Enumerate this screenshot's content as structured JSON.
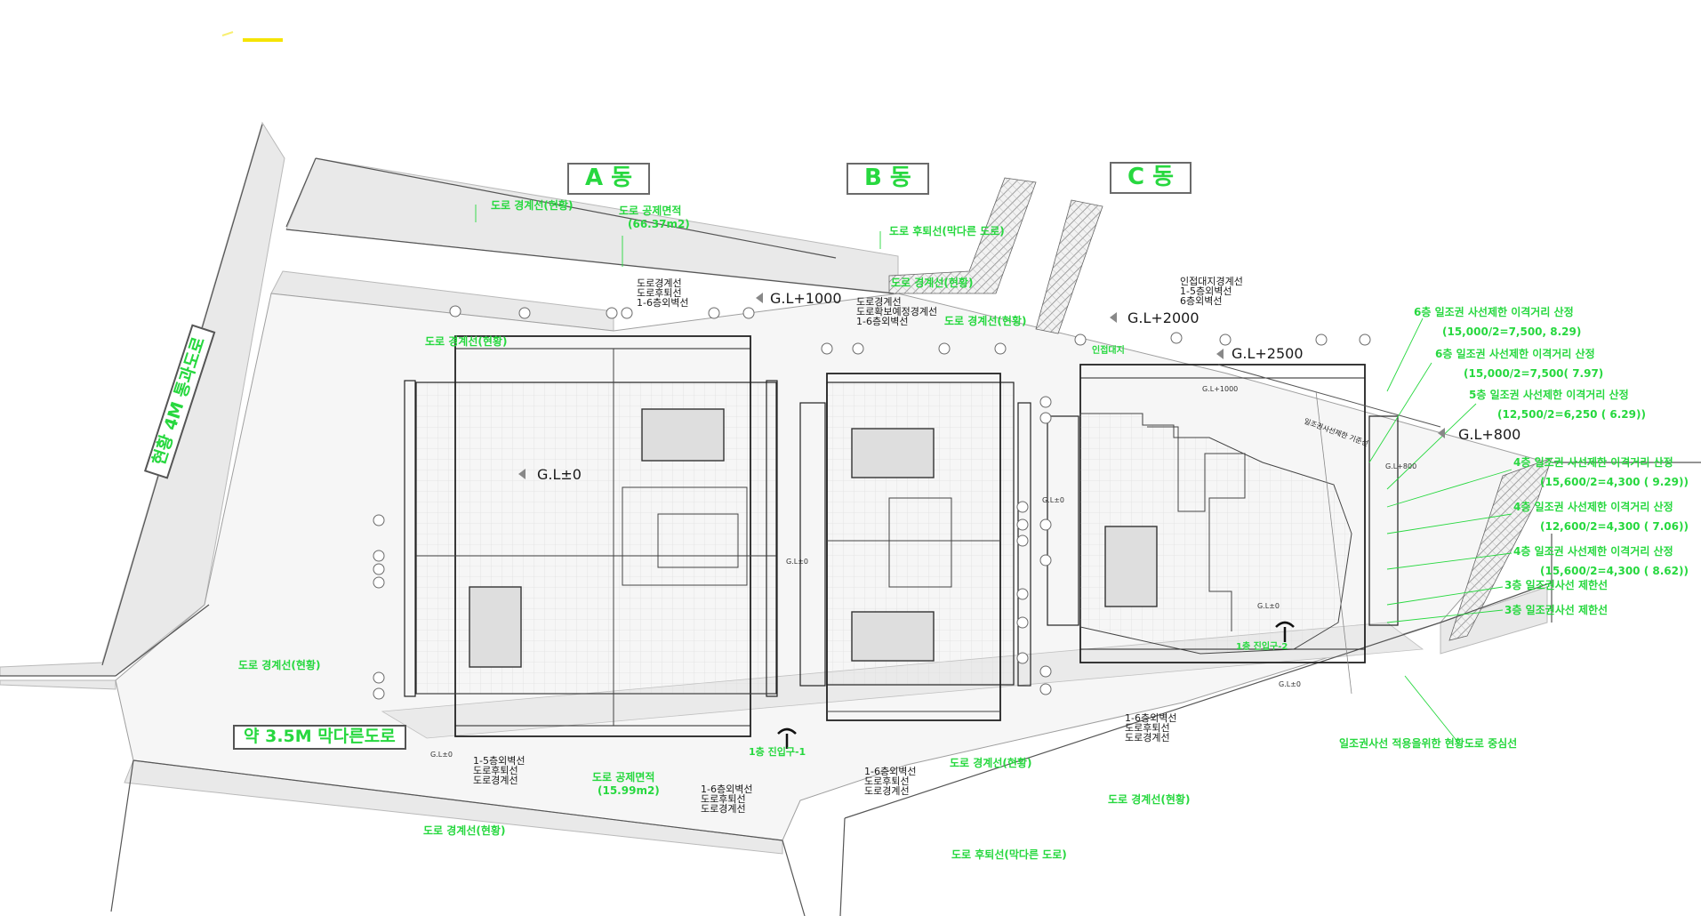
{
  "colors": {
    "accent_green": "#27d83f",
    "line_black": "#1a1a1a",
    "line_grey": "#9a9a9a",
    "hatch_grey": "#8a8a8a"
  },
  "buildings": {
    "a": "A 동",
    "b": "B 동",
    "c": "C 동"
  },
  "roads": {
    "left": "현황 4M 통과도로",
    "bottom": "약 3.5M 막다른도로"
  },
  "levels": {
    "a": "G.L±0",
    "b": "G.L+1000",
    "c1": "G.L+2000",
    "c2": "G.L+2500",
    "c3": "G.L+800"
  },
  "notes": {
    "top_boundary": "도로 경계선(현황)",
    "top_area_1": "도로 공제면적",
    "top_area_2": "(66.37m2)",
    "a_top_1": "도로경계선",
    "a_top_2": "도로후퇴선",
    "a_top_3": "1-6층외벽선",
    "b_road_line": "도로 후퇴선(막다른 도로)",
    "b_road_line2": "도로 경계선(현황)",
    "b_top_1": "도로경계선",
    "b_top_2": "도로확보예정경계선",
    "b_top_3": "1-6층외벽선",
    "b_bound": "도로 경계선(현황)",
    "a_left_line": "도로 경계선(현황)",
    "c_top_1": "인접대지경계선",
    "c_top_2": "1-5층외벽선",
    "c_top_3": "6층외벽선",
    "c_hl": "인접대지",
    "sl1a": "6층 일조권 사선제한 이격거리 산정",
    "sl1b": "(15,000/2=7,500, 8.29)",
    "sl2a": "6층 일조권 사선제한 이격거리 산정",
    "sl2b": "(15,000/2=7,500( 7.97)",
    "sl3a": "5층 일조권 사선제한 이격거리 산정",
    "sl3b": "(12,500/2=6,250 ( 6.29))",
    "sl4a": "4층 일조권 사선제한 이격거리 산정",
    "sl4b": "(15,600/2=4,300 ( 9.29))",
    "sl5a": "4층 일조권 사선제한 이격거리 산정",
    "sl5b": "(12,600/2=4,300 ( 7.06))",
    "sl6a": "4층 일조권 사선제한 이격거리 산정",
    "sl6b": "(15,600/2=4,300 ( 8.62))",
    "sl7": "3층 일조권사선 제한선",
    "sl8": "3층 일조권사선 제한선",
    "a_bot_1": "1-5층외벽선",
    "a_bot_2": "도로후퇴선",
    "a_bot_3": "도로경계선",
    "bot_area_1": "도로 공제면적",
    "bot_area_2": "(15.99m2)",
    "ab_bot_1": "1-6층외벽선",
    "ab_bot_2": "도로후퇴선",
    "ab_bot_3": "도로경계선",
    "entrance_a": "1층 진입구-1",
    "b_bot_1": "1-6층외벽선",
    "b_bot_2": "도로후퇴선",
    "b_bot_3": "도로경계선",
    "bot_road_right": "도로 경계선(현황)",
    "bot_road_left": "도로 경계선(현황)",
    "bc_bot_1": "1-6층외벽선",
    "bc_bot_2": "도로후퇴선",
    "bc_bot_3": "도로경계선",
    "entrance_c": "1층 진입구-2",
    "far_bot_1": "도로 경계선(현황)",
    "far_bot_2": "도로 후퇴선(막다른 도로)",
    "slope_note": "일조권사선 적용을위한 현황도로 중심선",
    "c_slant": "일조권사선제한 기준선",
    "gl0": "G.L±0",
    "gl1000": "G.L+1000",
    "gl800": "G.L+800",
    "gl500": "G.L±0"
  }
}
